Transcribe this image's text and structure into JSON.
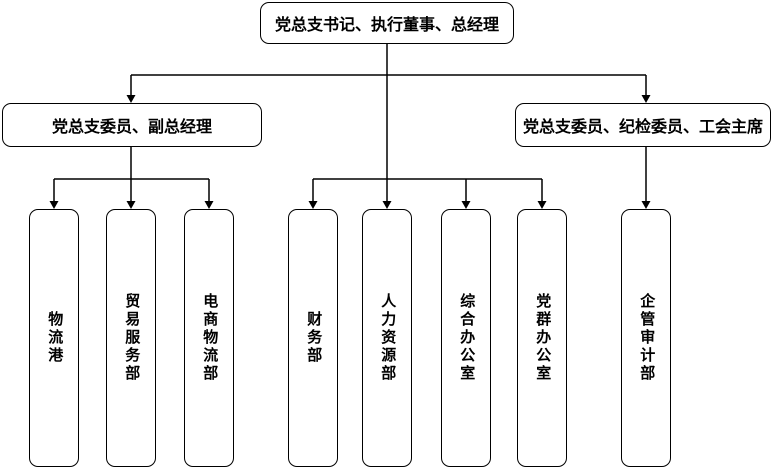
{
  "org": {
    "root": {
      "label": "党总支书记、执行董事、总经理"
    },
    "left_branch": {
      "label": "党总支委员、副总经理",
      "children": [
        {
          "label": "物流港"
        },
        {
          "label": "贸易服务部"
        },
        {
          "label": "电商物流部"
        }
      ]
    },
    "direct_children": [
      {
        "label": "财务部"
      },
      {
        "label": "人力资源部"
      },
      {
        "label": "综合办公室"
      },
      {
        "label": "党群办公室"
      }
    ],
    "right_branch": {
      "label": "党总支委员、纪检委员、工会主席",
      "children": [
        {
          "label": "企管审计部"
        }
      ]
    },
    "colors": {
      "background": "#ffffff",
      "box_fill": "#ffffff",
      "box_border": "#000000",
      "line": "#000000",
      "text": "#000000"
    }
  }
}
